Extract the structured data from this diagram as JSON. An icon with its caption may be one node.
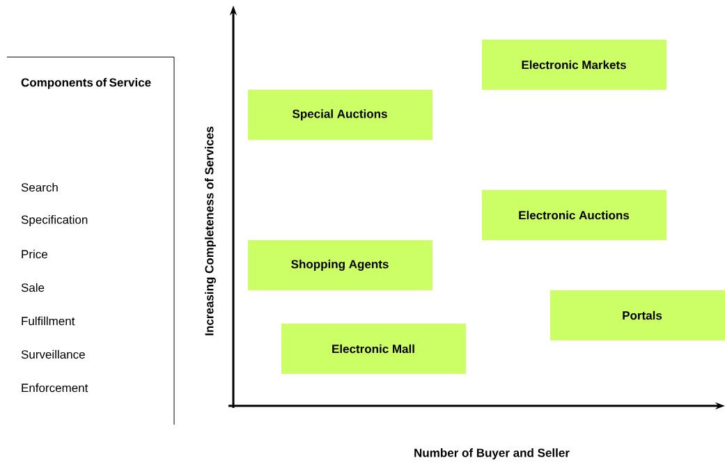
{
  "diagram": {
    "nodes": [
      {
        "text": [
          "Components of Service",
          "Search",
          "Specification",
          "Price",
          "Sale",
          "Fulfillment",
          "Surveillance",
          "Enforcement"
        ]
      },
      {
        "text": [
          "Electronic Markets"
        ]
      },
      {
        "text": [
          "Special Auctions"
        ]
      },
      {
        "text": [
          "Electronic Auctions"
        ]
      },
      {
        "text": [
          "Shopping Agents"
        ]
      },
      {
        "text": [
          "Portals"
        ]
      },
      {
        "text": [
          "Electronic Mall"
        ]
      }
    ],
    "labels": [
      "Increasing Completeness of Services",
      "Number of Buyer and Seller"
    ]
  }
}
